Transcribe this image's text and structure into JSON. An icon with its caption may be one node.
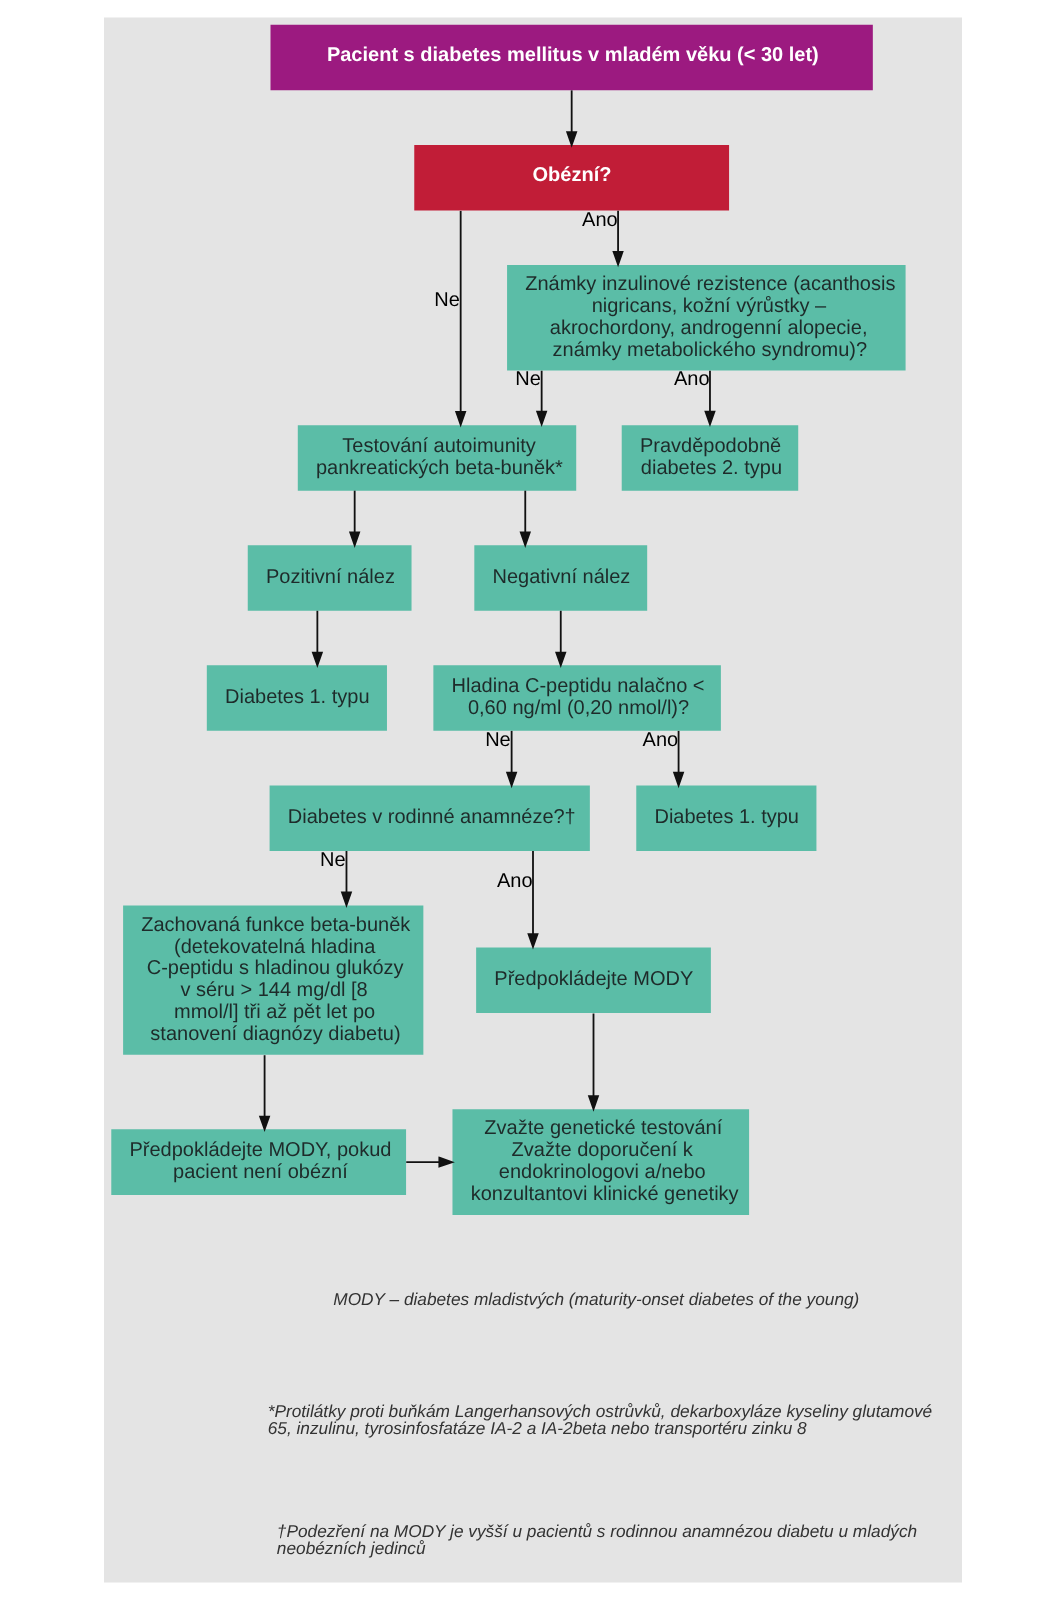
{
  "diagram": {
    "nodes": [
      {
        "text": [
          "Pacient s diabetes mellitus v mladém věku (< 30 let)"
        ]
      },
      {
        "text": [
          "Obézní?"
        ]
      },
      {
        "text": [
          "Známky inzulinové rezistence (acanthosis nigricans, kožní výrůstky – akrochordony, androgenní alopecie, známky metabolického syndromu)?"
        ]
      },
      {
        "text": [
          "Testování autoimunity pankreatických beta-buněk*"
        ]
      },
      {
        "text": [
          "Pravděpodobně diabetes 2. typu"
        ]
      },
      {
        "text": [
          "Pozitivní nález"
        ]
      },
      {
        "text": [
          "Negativní nález"
        ]
      },
      {
        "text": [
          "Diabetes 1. typu"
        ]
      },
      {
        "text": [
          "Hladina C-peptidu nalačno < 0,60 ng/ml (0,20 nmol/l)?"
        ]
      },
      {
        "text": [
          "Diabetes v rodinné anamnéze?†"
        ]
      },
      {
        "text": [
          "Diabetes 1. typu"
        ]
      },
      {
        "text": [
          "Zachovaná funkce beta-buněk (detekovatelná hladina C-peptidu s hladinou glukózy v séru > 144 mg/dl [8 mmol/l] tři až pět let po stanovení diagnózy diabetu)"
        ]
      },
      {
        "text": [
          "Předpokládejte MODY"
        ]
      },
      {
        "text": [
          "Předpokládejte MODY, pokud pacient není obézní"
        ]
      },
      {
        "text": [
          "Zvažte genetické testování",
          "Zvažte doporučení k endokrinologovi a/nebo konzultantovi klinické genetiky"
        ]
      }
    ],
    "edges": [
      {
        "from": 0,
        "to": 1,
        "arrow": "to"
      },
      {
        "from": 1,
        "to": 3,
        "arrow": "to",
        "label": "Ne"
      },
      {
        "from": 1,
        "to": 2,
        "arrow": "to",
        "label": "Ano"
      },
      {
        "from": 2,
        "to": 3,
        "arrow": "to",
        "label": "Ne"
      },
      {
        "from": 2,
        "to": 4,
        "arrow": "to",
        "label": "Ano"
      },
      {
        "from": 3,
        "to": 5,
        "arrow": "to"
      },
      {
        "from": 3,
        "to": 6,
        "arrow": "to"
      },
      {
        "from": 5,
        "to": 7,
        "arrow": "to"
      },
      {
        "from": 6,
        "to": 8,
        "arrow": "to"
      },
      {
        "from": 8,
        "to": 9,
        "arrow": "to",
        "label": "Ne"
      },
      {
        "from": 8,
        "to": 10,
        "arrow": "to",
        "label": "Ano"
      },
      {
        "from": 9,
        "to": 11,
        "arrow": "to",
        "label": "Ne"
      },
      {
        "from": 9,
        "to": 12,
        "arrow": "to",
        "label": "Ano"
      },
      {
        "from": 12,
        "to": 14,
        "arrow": "to"
      },
      {
        "from": 11,
        "to": 13,
        "arrow": "to"
      },
      {
        "from": 13,
        "to": 14,
        "arrow": "to"
      }
    ],
    "labels": [
      "MODY – diabetes mladistvých (maturity-onset diabetes of the young)",
      "*Protilátky proti buňkám Langerhansových ostrůvků, dekarboxyláze kyseliny glutamové 65, inzulinu, tyrosinfosfatáze IA-2 a IA-2beta nebo transportéru zinku 8",
      "†Podezření na MODY je vyšší u pacientů s rodinnou anamnézou diabetu u mladých neobézních jedinců"
    ]
  }
}
